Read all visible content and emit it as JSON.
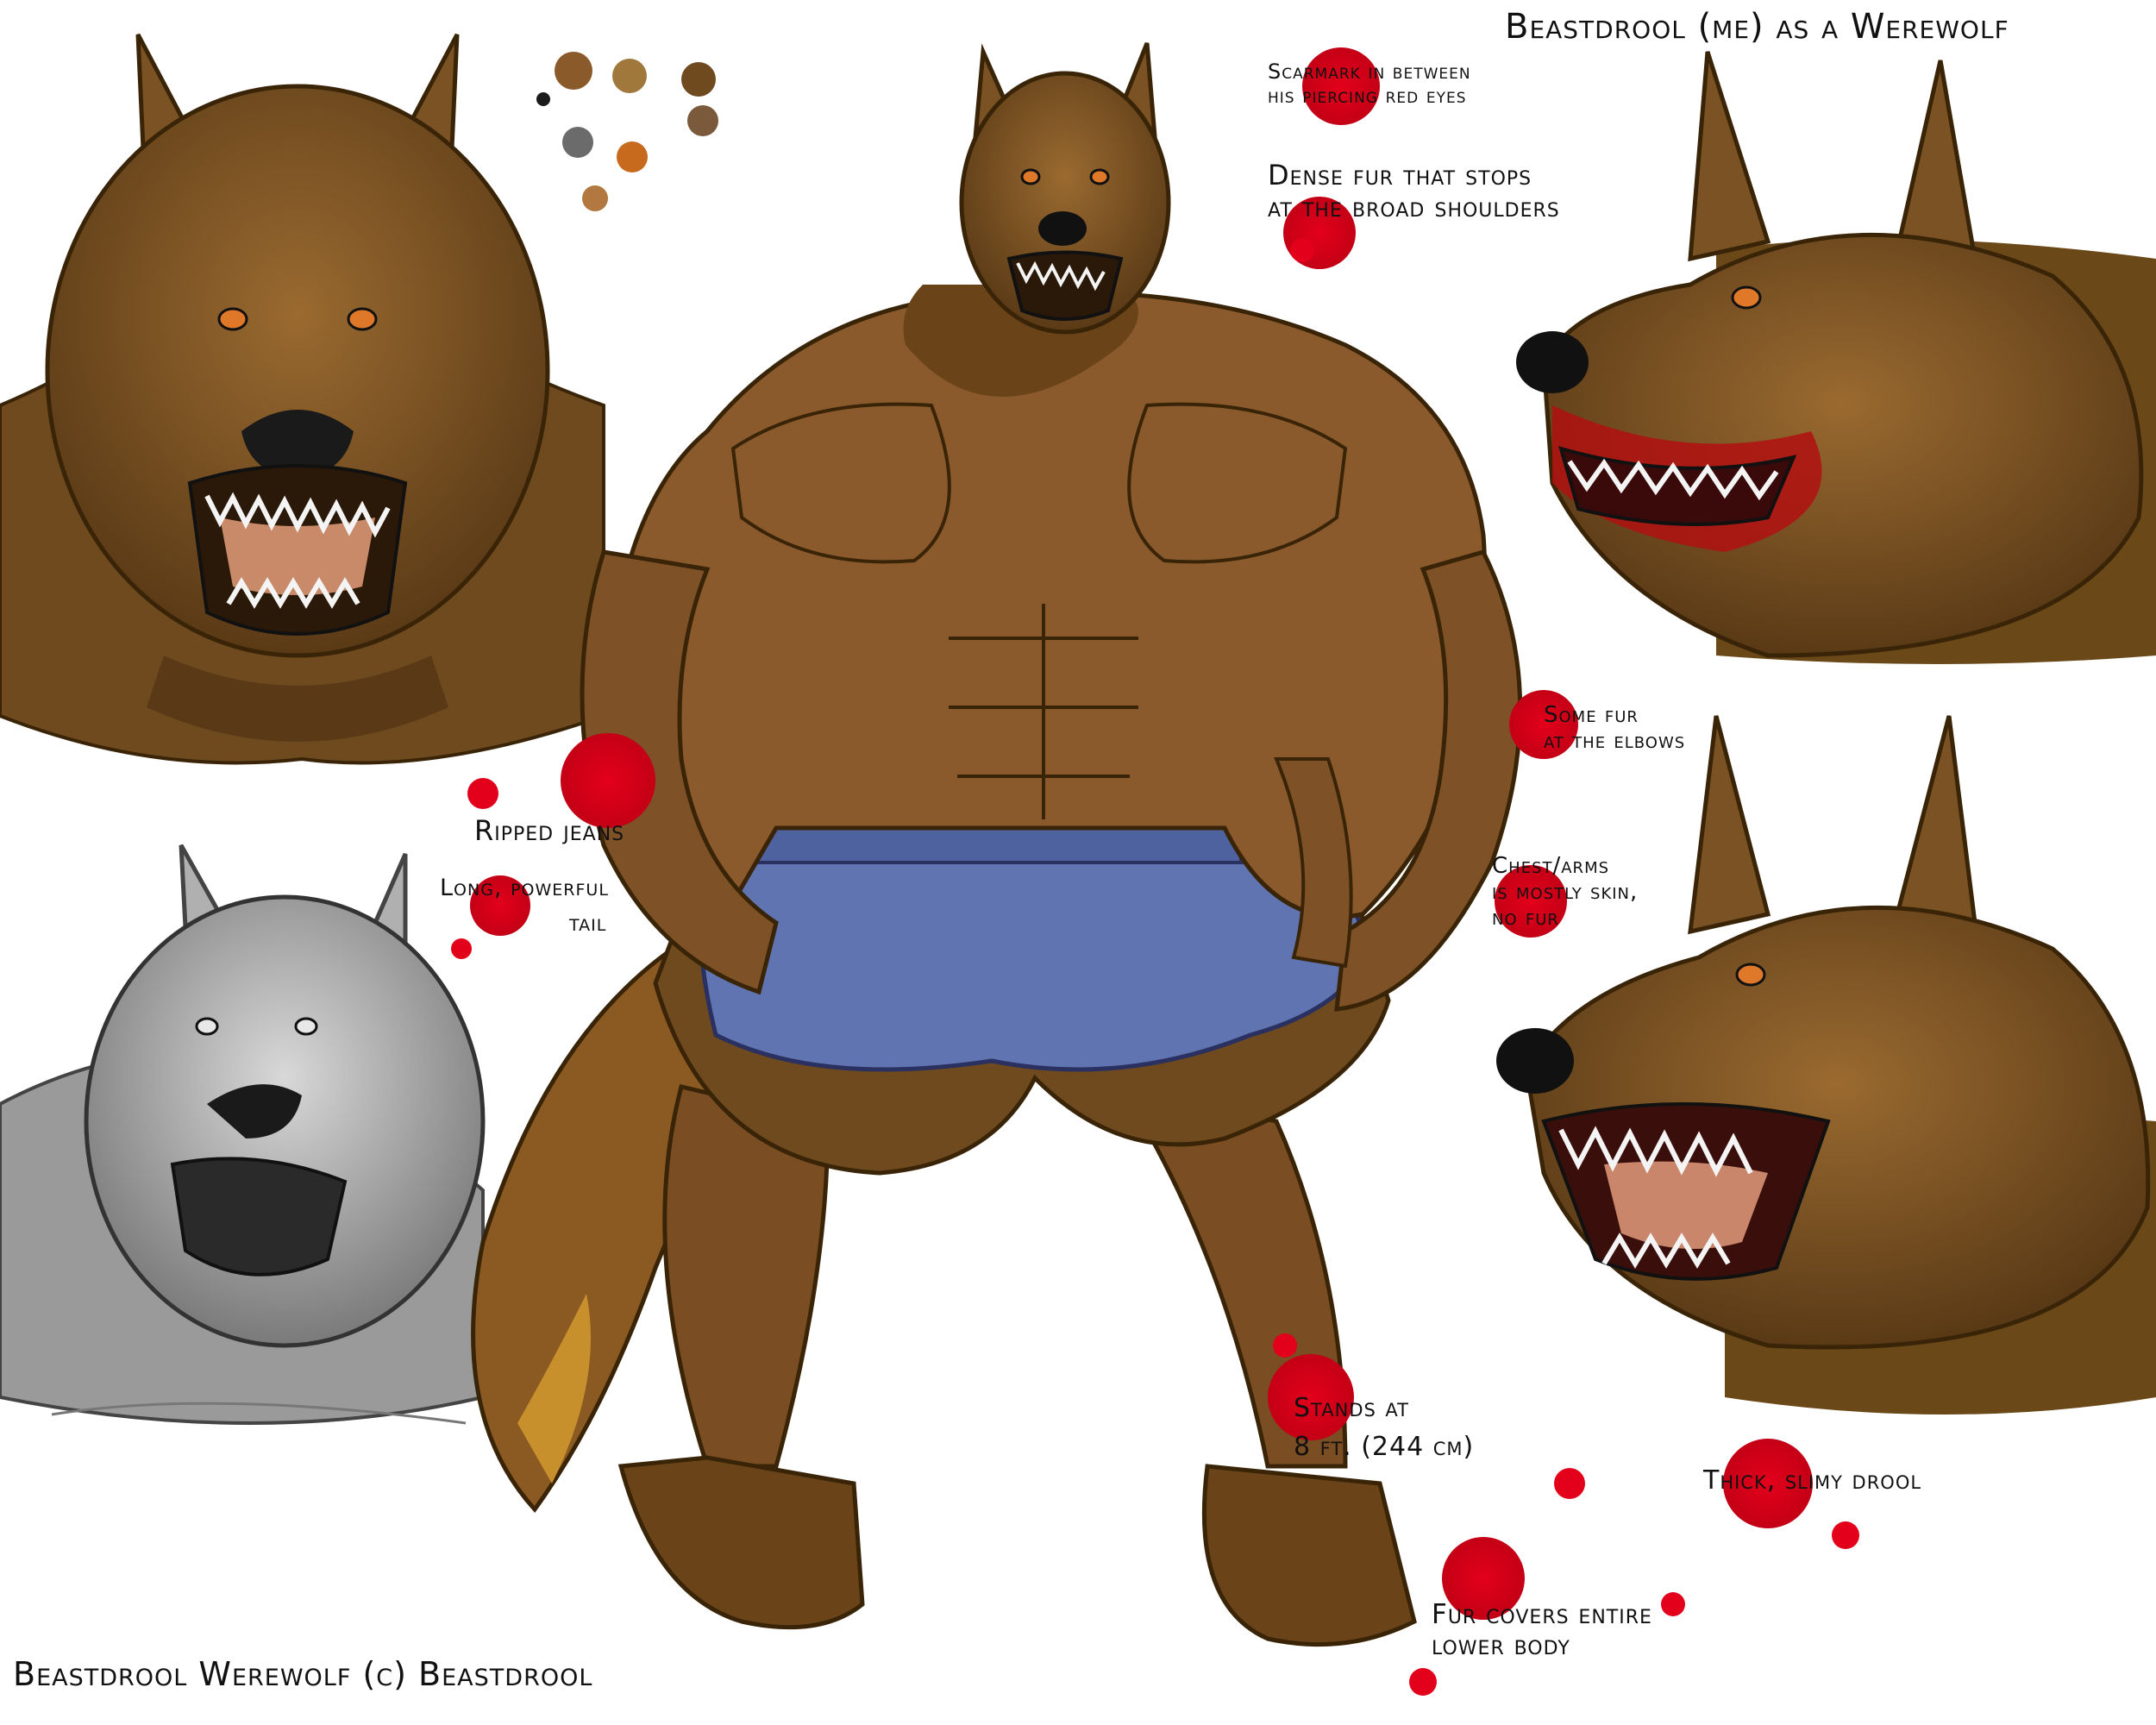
{
  "sheet": {
    "title": "Beastdrool (me) as a Werewolf",
    "credit": "Beastdrool Werewolf (c) Beastdrool"
  },
  "palette": {
    "swatches": [
      "#8b5a2b",
      "#a0783c",
      "#6e4a1e",
      "#7a5a3a",
      "#6b6b6b",
      "#c76a1e",
      "#b27840",
      "#1a1a1a"
    ]
  },
  "colors": {
    "fur": "#7a5224",
    "fur_dark": "#4e3214",
    "skin": "#8a5a2c",
    "jeans": "#5f74b0",
    "blood": "#e3001b",
    "eye": "#e0782a"
  },
  "annotations": {
    "scar": [
      "Scarmark in between",
      "his piercing red eyes"
    ],
    "fur_shoulders": [
      "Dense fur that stops",
      "at the broad shoulders"
    ],
    "jeans": "Ripped jeans",
    "tail": [
      "Long, powerful",
      "tail"
    ],
    "elbows": [
      "Some fur",
      "at the elbows"
    ],
    "chest": [
      "Chest/arms",
      "is mostly skin,",
      "no fur"
    ],
    "height": [
      "Stands at",
      "8 ft. (244 cm)"
    ],
    "drool": "Thick, slimy drool",
    "lower_body": [
      "Fur covers entire",
      "lower body"
    ]
  }
}
